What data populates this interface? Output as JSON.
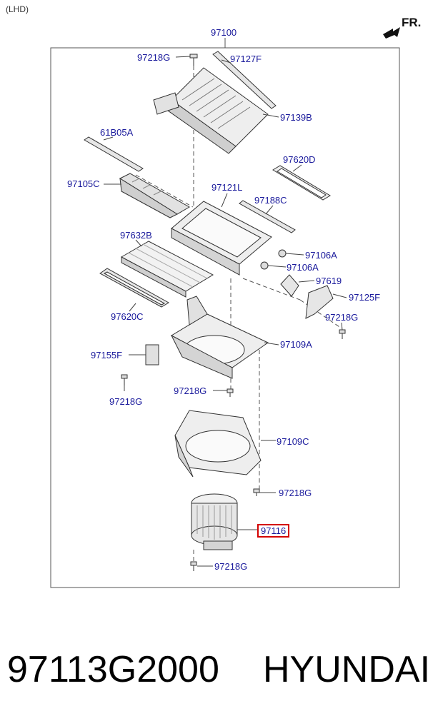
{
  "header": {
    "variant": "(LHD)",
    "direction": "FR."
  },
  "diagram": {
    "assembly_no": "97100",
    "highlight_color": "#d40000",
    "label_color": "#1a1a9c",
    "callouts": [
      "97218G",
      "97127F",
      "97139B",
      "61B05A",
      "97620D",
      "97105C",
      "97121L",
      "97188C",
      "97632B",
      "97106A",
      "97106A",
      "97619",
      "97125F",
      "97620C",
      "97218G",
      "97109A",
      "97155F",
      "97218G",
      "97218G",
      "97109C",
      "97218G",
      "97116",
      "97218G"
    ],
    "highlighted": "97116"
  },
  "footer": {
    "part_number": "97113G2000",
    "brand": "HYUNDAI"
  }
}
